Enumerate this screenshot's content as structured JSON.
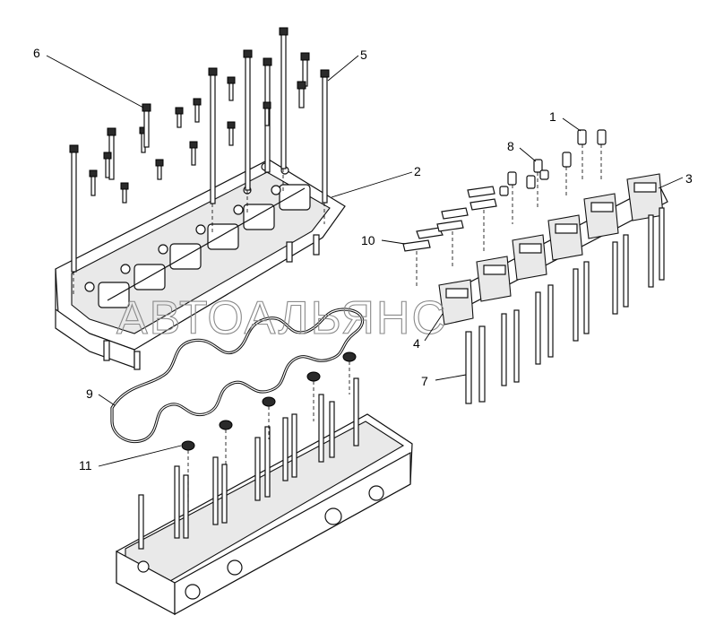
{
  "callouts": {
    "c1": "1",
    "c2": "2",
    "c3": "3",
    "c4": "4",
    "c5": "5",
    "c6": "6",
    "c7": "7",
    "c8": "8",
    "c9": "9",
    "c10": "10",
    "c11": "11"
  },
  "watermark": "АВТОАЛЬЯНС"
}
